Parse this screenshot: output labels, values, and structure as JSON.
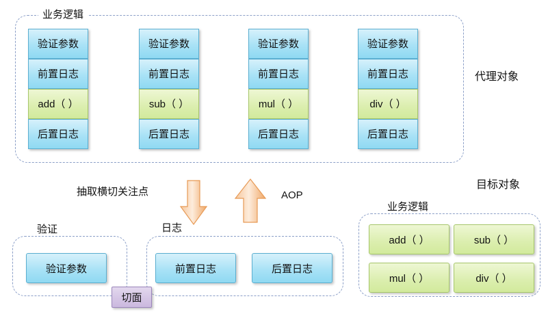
{
  "diagram": {
    "title_hidden": "",
    "proxy_group": {
      "label": "业务逻辑",
      "side_label": "代理对象",
      "row_labels": {
        "validate": "验证参数",
        "before_log": "前置日志",
        "after_log": "后置日志"
      },
      "columns": [
        {
          "validate": "验证参数",
          "before_log": "前置日志",
          "method": "add（ ）",
          "after_log": "后置日志"
        },
        {
          "validate": "验证参数",
          "before_log": "前置日志",
          "method": "sub（ ）",
          "after_log": "后置日志"
        },
        {
          "validate": "验证参数",
          "before_log": "前置日志",
          "method": "mul（ ）",
          "after_log": "后置日志"
        },
        {
          "validate": "验证参数",
          "before_log": "前置日志",
          "method": "div（ ）",
          "after_log": "后置日志"
        }
      ]
    },
    "middle": {
      "extract_label": "抽取横切关注点",
      "aop_label": "AOP",
      "down_arrow_name": "down-arrow",
      "up_arrow_name": "up-arrow"
    },
    "aspect_area": {
      "validate_group_label": "验证",
      "validate_box": "验证参数",
      "log_group_label": "日志",
      "log_boxes": [
        "前置日志",
        "后置日志"
      ],
      "aspect_badge": "切面"
    },
    "target_object": {
      "side_label": "目标对象",
      "group_label": "业务逻辑",
      "methods": [
        "add（ ）",
        "sub（ ）",
        "mul（ ）",
        "div（ ）"
      ]
    },
    "colors": {
      "blue_fill": "#a9e2f6",
      "blue_border": "#5aaed0",
      "green_fill": "#dbeeae",
      "green_border": "#a6c66a",
      "dashed_border": "#8a9ec7",
      "arrow_fill": "#f4b183",
      "badge_fill": "#d5c6e5"
    }
  }
}
